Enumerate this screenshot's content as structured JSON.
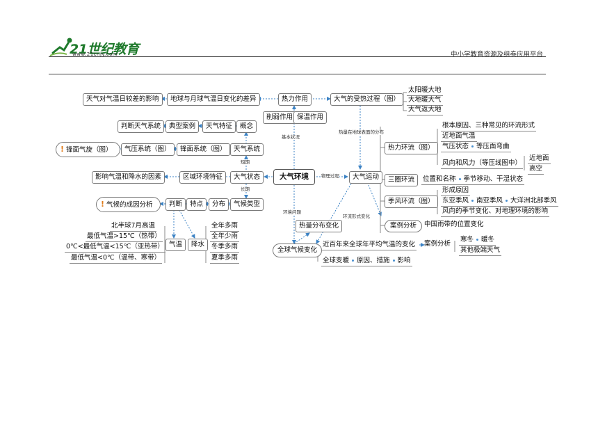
{
  "header": {
    "logo_text": "21世纪教育",
    "logo_url": "www.21cnjy.com",
    "platform": "中小学教育资源及组卷应用平台"
  },
  "map": {
    "center": "大气环境",
    "thermal": {
      "title": "热力作用",
      "diff": "地球与月球气温日变化的差异",
      "daily": "天气对气温日较差的影响",
      "weaken": "削弱作用",
      "insulate": "保温作用",
      "heating": "大气的受热过程（图）",
      "sun": "太阳暖大地",
      "earth": "大地暖大气",
      "back": "大气返大地"
    },
    "weather": {
      "concept": "概念",
      "feature": "天气特征",
      "case": "典型案例",
      "judge": "判断天气系统",
      "system": "天气系统",
      "front": "锋面系统（图）",
      "pressure": "气压系统（图）",
      "cyclone": "锋面气旋（图）"
    },
    "state": {
      "title": "大气状态",
      "region": "区域环境特征",
      "impact": "影响气温和降水的因素"
    },
    "climate": {
      "type": "气候类型",
      "dist": "分布",
      "feat": "特点",
      "judge": "判断",
      "cause": "气候的成因分析",
      "temp": "气温",
      "rain": "降水",
      "t1": "北半球7月高温",
      "t2": "最低气温>15℃（热带）",
      "t3": "0℃<最低气温<15℃（亚热带）",
      "t4": "最低气温<0℃（温带、寒带）",
      "r1": "全年多雨",
      "r2": "全年少雨",
      "r3": "冬季多雨",
      "r4": "夏季多雨"
    },
    "motion": {
      "title": "大气运动",
      "thermal": "热力环流（图）",
      "t1": "根本原因、三种常见的环流形式",
      "t2": "近地面气温",
      "t3a": "气压状态",
      "t3b": "等压面弯曲",
      "t4": "风向和风力（等压线图中）",
      "t4a": "近地面",
      "t4b": "高空",
      "three": "三圈环流",
      "tc1": "位置和名称",
      "tc2": "季节移动、干湿状态",
      "monsoon": "季风环流（图）",
      "m1": "形成原因",
      "m2a": "东亚季风",
      "m2b": "南亚季风",
      "m2c": "大洋洲北部季风",
      "m3": "风向的季节变化、对地理环境的影响",
      "case": "案例分析",
      "case1": "中国雨带的位置变化"
    },
    "change": {
      "title": "全球气候变化",
      "heat": "热量分布变化",
      "trend": "近百年来全球年平均气温的变化",
      "case": "案例分析",
      "c1": "寒冬",
      "c2": "暖冬",
      "c3": "其他极端天气",
      "w1": "全球变暖",
      "w2": "原因、措施",
      "w3": "影响"
    },
    "links": {
      "basic": "基本状况",
      "short": "短期",
      "long": "长期",
      "process": "物理过程",
      "heat_dist": "热量在地球表面的分布",
      "problem": "环境问题",
      "form": "环流形式变化"
    }
  },
  "colors": {
    "arrow": "#3b82c4",
    "logo": "#1f7a2c",
    "warn": "#e07b1a"
  }
}
